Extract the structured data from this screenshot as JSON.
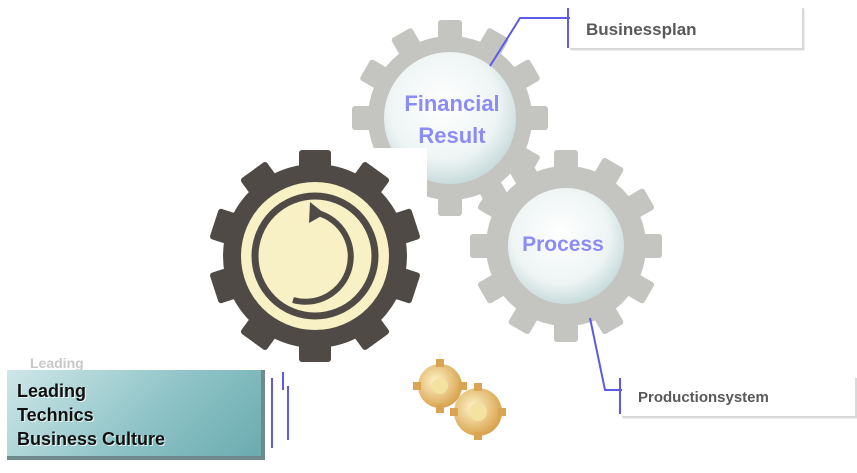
{
  "gears": {
    "financial": {
      "line1": "Financial",
      "line2": "Result"
    },
    "process": {
      "label": "Process"
    }
  },
  "callouts": {
    "businessplan": "Businessplan",
    "productionsystem": "Productionsystem"
  },
  "leading_box": {
    "lines": [
      "Leading",
      "Technics",
      "Business Culture"
    ]
  },
  "colors": {
    "gear_grey": "#c4c4c0",
    "gear_dark": "#4f4a45",
    "label_blue": "#8c8cf5",
    "connector_blue": "#5b5be8",
    "box_teal": "#8fc4c7"
  }
}
